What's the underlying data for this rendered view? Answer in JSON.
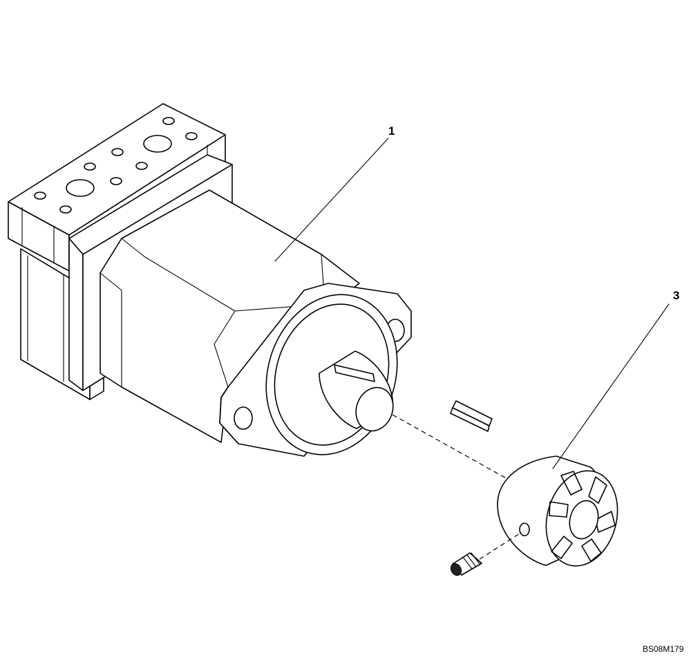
{
  "callouts": [
    {
      "id": "motor",
      "text": "1"
    },
    {
      "id": "coupling",
      "text": "3"
    }
  ],
  "drawing_code": "BS08M179",
  "colors": {
    "line": "#000000",
    "background": "#ffffff"
  }
}
